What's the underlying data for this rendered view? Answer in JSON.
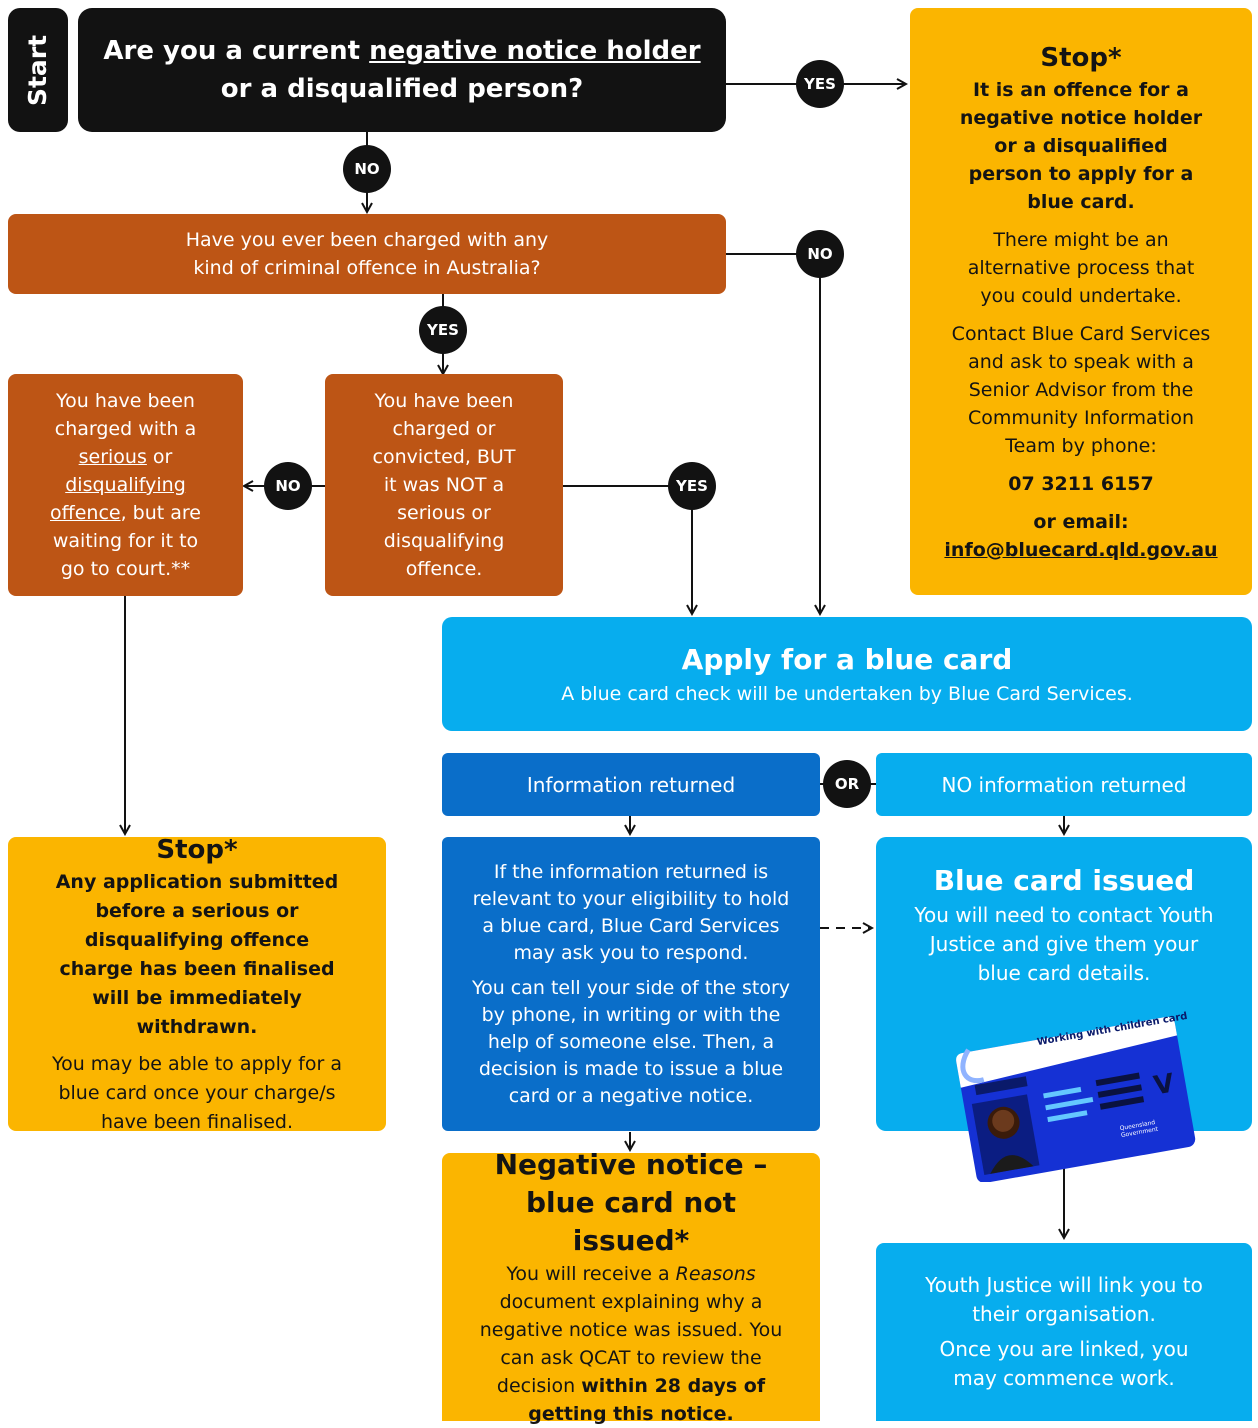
{
  "start": {
    "label": "Start"
  },
  "q1": {
    "line1_prefix": "Are you a current ",
    "line1_link": "negative notice holder",
    "line2": "or a disqualified person?"
  },
  "badges": {
    "yes1": "YES",
    "no1": "NO",
    "no2": "NO",
    "yes2": "YES",
    "no3": "NO",
    "yes3": "YES",
    "or": "OR"
  },
  "stop_top": {
    "title": "Stop*",
    "bold_text": "It is an offence for a negative notice holder or a disqualified person to apply for a blue card.",
    "para1": "There might be an alternative process that you could undertake.",
    "para2": "Contact Blue Card Services and ask to speak with a Senior Advisor from the Community Information Team by phone:",
    "phone": "07 3211 6157",
    "email_label": "or email:",
    "email": "info@bluecard.qld.gov.au"
  },
  "q2": {
    "text": "Have you ever been charged with any kind of criminal offence in Australia?"
  },
  "charged_waiting": {
    "t1": "You have been charged with a ",
    "link1": "serious",
    "t2": " or ",
    "link2": "disqualifying offence",
    "t3": ", but are waiting for it to go to court.**"
  },
  "charged_not_serious": {
    "text": "You have been charged or convicted, BUT it was NOT a serious or disqualifying offence."
  },
  "apply": {
    "title": "Apply for a blue card",
    "subtitle": "A blue card check will be undertaken by Blue Card Services."
  },
  "info_returned": {
    "label": "Information returned"
  },
  "no_info_returned": {
    "label": "NO information returned"
  },
  "stop_bottom": {
    "title": "Stop*",
    "bold_text": "Any application submitted before a serious or disqualifying offence charge has been finalised will be immediately withdrawn.",
    "para": "You may be able to apply for a blue card once your charge/s have been finalised."
  },
  "info_detail": {
    "para1": "If the information returned is relevant to your eligibility to hold a blue card, Blue Card Services may ask you to respond.",
    "para2": "You can tell your side of the story by phone, in writing or with the help of someone else. Then, a decision is made to issue a blue card or a negative notice."
  },
  "issued": {
    "title": "Blue card issued",
    "para": "You will need to contact Youth Justice and give them your blue card details.",
    "card_heading": "Working with children card",
    "card_letter": "V",
    "card_logo": "Queensland Government"
  },
  "negative": {
    "title1": "Negative notice –",
    "title2": "blue card not issued*",
    "p1": "You will receive a ",
    "p_italic": "Reasons",
    "p2": " document explaining why a negative notice was issued. You can ask QCAT to review the decision ",
    "p_bold": "within 28 days of getting this notice."
  },
  "linked": {
    "para1": "Youth Justice will link you to their organisation.",
    "para2": "Once you are linked, you may commence work."
  },
  "colors": {
    "black": "#121212",
    "rust": "#bd5515",
    "amber": "#fbb500",
    "sky": "#07adee",
    "navy": "#0a6ec9"
  }
}
